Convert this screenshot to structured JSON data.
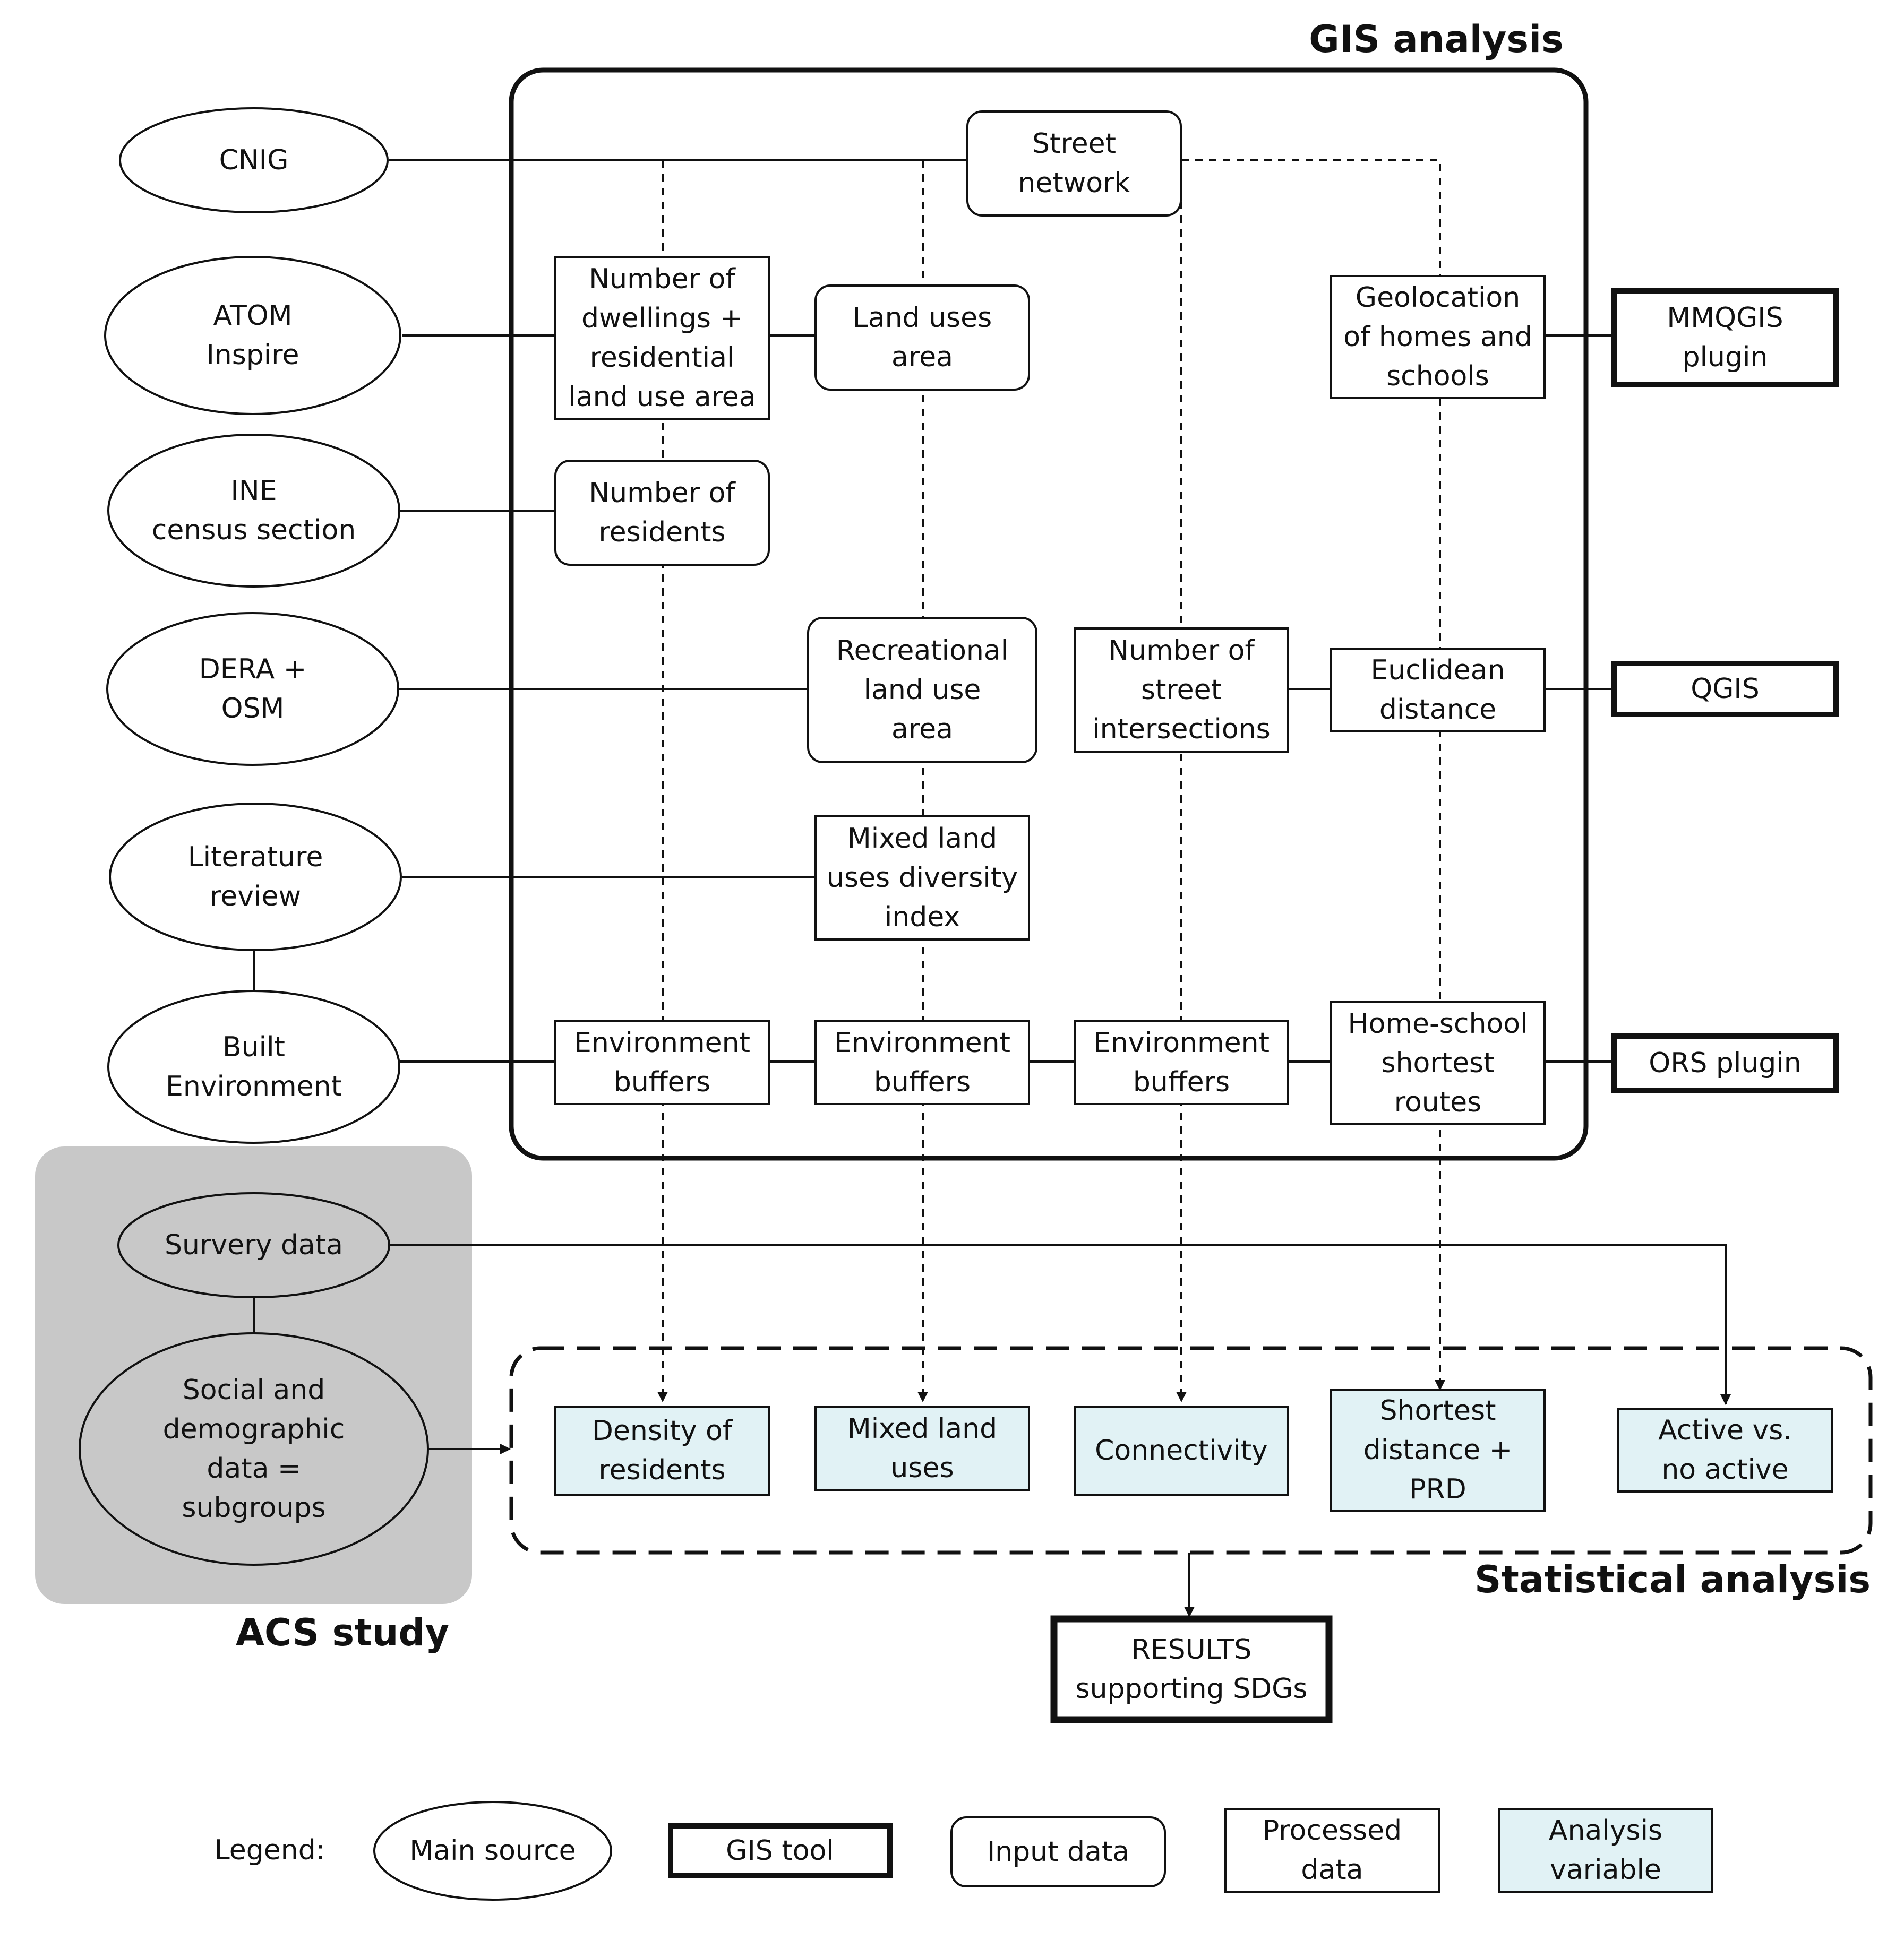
{
  "titles": {
    "gis_analysis": "GIS analysis",
    "statistical_analysis": "Statistical analysis",
    "acs_study": "ACS study"
  },
  "sources": {
    "cnig": [
      "CNIG"
    ],
    "atom": [
      "ATOM",
      "Inspire"
    ],
    "ine": [
      "INE",
      "census section"
    ],
    "dera": [
      "DERA +",
      "OSM"
    ],
    "literature": [
      "Literature",
      "review"
    ],
    "built": [
      "Built",
      "Environment"
    ],
    "survey": [
      "Survery data"
    ],
    "social": [
      "Social and",
      "demographic",
      "data =",
      "subgroups"
    ]
  },
  "tools": {
    "mmqgis": [
      "MMQGIS",
      "plugin"
    ],
    "qgis": [
      "QGIS"
    ],
    "ors": [
      "ORS plugin"
    ]
  },
  "input_data": {
    "street_network": [
      "Street",
      "network"
    ],
    "land_uses_area": [
      "Land uses",
      "area"
    ],
    "number_residents": [
      "Number of",
      "residents"
    ],
    "recreational": [
      "Recreational",
      "land use",
      "area"
    ]
  },
  "processed_data": {
    "dwellings": [
      "Number of",
      "dwellings +",
      "residential",
      "land use area"
    ],
    "geolocation": [
      "Geolocation",
      "of homes and",
      "schools"
    ],
    "intersections": [
      "Number of",
      "street",
      "intersections"
    ],
    "euclidean": [
      "Euclidean",
      "distance"
    ],
    "mixed_index": [
      "Mixed land",
      "uses diversity",
      "index"
    ],
    "buffers1": [
      "Environment",
      "buffers"
    ],
    "buffers2": [
      "Environment",
      "buffers"
    ],
    "buffers3": [
      "Environment",
      "buffers"
    ],
    "routes": [
      "Home-school",
      "shortest",
      "routes"
    ]
  },
  "analysis_variables": {
    "density": [
      "Density of",
      "residents"
    ],
    "mixed_uses": [
      "Mixed land",
      "uses"
    ],
    "connectivity": [
      "Connectivity"
    ],
    "shortest": [
      "Shortest",
      "distance +",
      "PRD"
    ],
    "active": [
      "Active vs.",
      "no active"
    ]
  },
  "results": [
    "RESULTS",
    "supporting SDGs"
  ],
  "legend": {
    "title": "Legend:",
    "main_source": [
      "Main source"
    ],
    "gis_tool": [
      "GIS tool"
    ],
    "input_data": [
      "Input data"
    ],
    "processed_data": [
      "Processed",
      "data"
    ],
    "analysis_variable": [
      "Analysis",
      "variable"
    ]
  },
  "colors": {
    "analysis_fill": "#e1f2f5",
    "acs_panel": "#c8c8c8",
    "ellipse_gray": "#c8c8c8",
    "stroke": "#111111"
  }
}
